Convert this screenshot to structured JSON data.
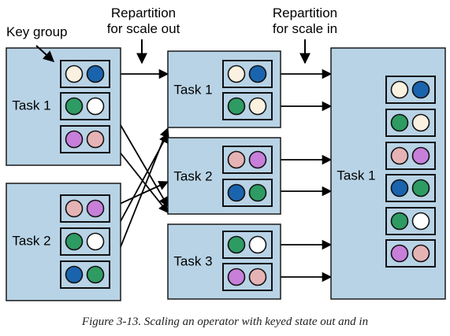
{
  "labels": {
    "key_group": "Key group",
    "repartition_out_line1": "Repartition",
    "repartition_out_line2": "for scale out",
    "repartition_in_line1": "Repartition",
    "repartition_in_line2": "for scale in"
  },
  "caption": "Figure 3-13. Scaling an operator with keyed state out and in",
  "colors": {
    "task_fill": "#b8d3e6",
    "task_stroke": "#1a1a1a",
    "cream": "#fbf1e1",
    "blue": "#1a64ae",
    "green": "#2e9b63",
    "white": "#ffffff",
    "purple": "#c77fd9",
    "pink": "#e6b3b5"
  },
  "columns": {
    "original": [
      {
        "label": "Task 1",
        "key_groups": [
          [
            "cream",
            "blue"
          ],
          [
            "green",
            "white"
          ],
          [
            "purple",
            "pink"
          ]
        ]
      },
      {
        "label": "Task 2",
        "key_groups": [
          [
            "pink",
            "purple"
          ],
          [
            "green",
            "white"
          ],
          [
            "blue",
            "green"
          ]
        ]
      }
    ],
    "scaled_out": [
      {
        "label": "Task 1",
        "key_groups": [
          [
            "cream",
            "blue"
          ],
          [
            "green",
            "cream"
          ]
        ]
      },
      {
        "label": "Task 2",
        "key_groups": [
          [
            "pink",
            "purple"
          ],
          [
            "blue",
            "green"
          ]
        ]
      },
      {
        "label": "Task 3",
        "key_groups": [
          [
            "green",
            "white"
          ],
          [
            "purple",
            "pink"
          ]
        ]
      }
    ],
    "scaled_in": [
      {
        "label": "Task 1",
        "key_groups": [
          [
            "cream",
            "blue"
          ],
          [
            "green",
            "cream"
          ],
          [
            "pink",
            "purple"
          ],
          [
            "blue",
            "green"
          ],
          [
            "green",
            "white"
          ],
          [
            "purple",
            "pink"
          ]
        ]
      }
    ]
  }
}
